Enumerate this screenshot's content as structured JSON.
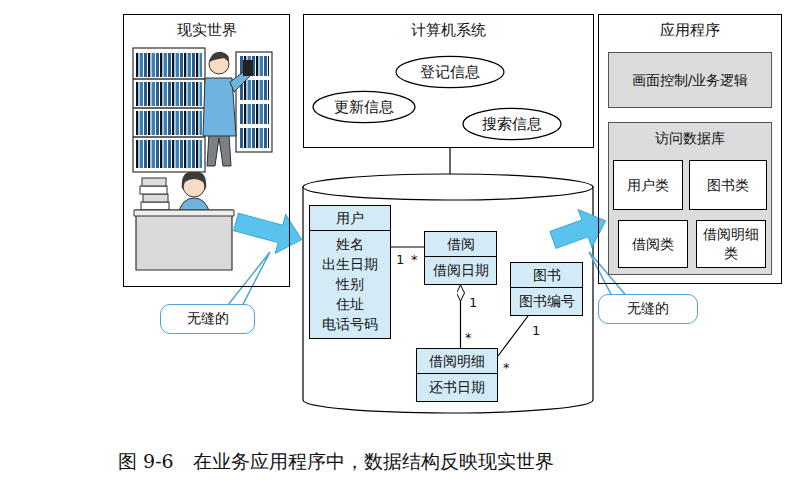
{
  "diagram": {
    "caption": "图 9-6　在业务应用程序中，数据结构反映现实世界",
    "nodes": [
      {
        "text": [
          "现实世界"
        ]
      },
      {
        "text": [
          "计算机系统"
        ]
      },
      {
        "text": [
          "登记信息"
        ],
        "in": 1
      },
      {
        "text": [
          "更新信息"
        ],
        "in": 1
      },
      {
        "text": [
          "搜索信息"
        ],
        "in": 1
      },
      {
        "text": [
          "用户",
          "姓名 出生日期 性别 住址 电话号码"
        ]
      },
      {
        "text": [
          "借阅",
          "借阅日期"
        ]
      },
      {
        "text": [
          "图书",
          "图书编号"
        ]
      },
      {
        "text": [
          "借阅明细",
          "还书日期"
        ]
      },
      {
        "text": [
          "应用程序"
        ]
      },
      {
        "text": [
          "画面控制/业务逻辑"
        ],
        "in": 9
      },
      {
        "text": [
          "访问数据库"
        ],
        "in": 9
      },
      {
        "text": [
          "用户类"
        ],
        "in": 11
      },
      {
        "text": [
          "图书类"
        ],
        "in": 11
      },
      {
        "text": [
          "借阅类"
        ],
        "in": 11
      },
      {
        "text": [
          "借阅明细类"
        ],
        "in": 11
      },
      {
        "text": [
          "无缝的"
        ]
      },
      {
        "text": [
          "无缝的"
        ]
      }
    ],
    "edges": [
      {
        "from": 5,
        "to": 6,
        "arrow": "none"
      },
      {
        "from": 8,
        "to": 6,
        "arrow": "to"
      },
      {
        "from": 7,
        "to": 8,
        "arrow": "none"
      }
    ],
    "labels": [
      "1",
      "*",
      "1",
      "*",
      "1",
      "*"
    ]
  }
}
